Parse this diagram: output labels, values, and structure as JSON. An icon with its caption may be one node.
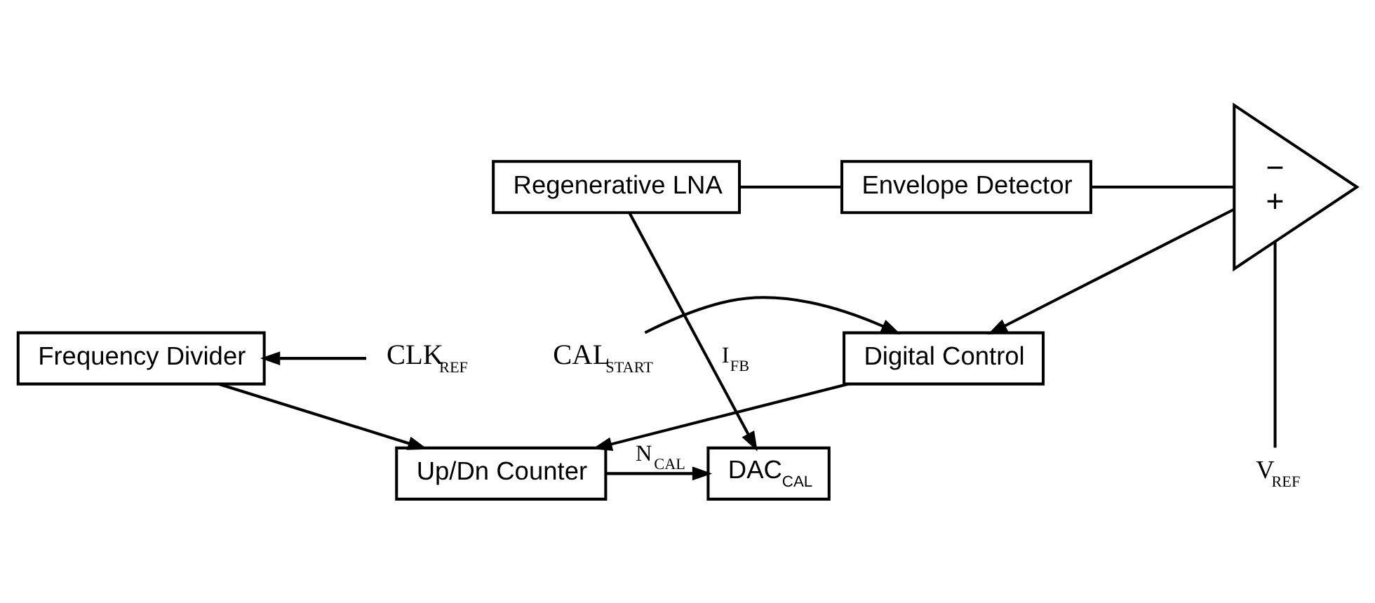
{
  "diagram": {
    "nodes": [
      {
        "text": [
          "Regenerative LNA"
        ]
      },
      {
        "text": [
          "Envelope Detector"
        ]
      },
      {
        "text": [
          "−",
          "+"
        ]
      },
      {
        "text": [
          "DAC$_{CAL}$"
        ]
      },
      {
        "text": [
          "Up/Dn Counter"
        ]
      },
      {
        "text": [
          "Frequency Divider"
        ]
      },
      {
        "text": [
          "Digital Control"
        ]
      },
      {
        "text": [
          "V$_{REF}$"
        ]
      },
      {
        "text": [
          "CLK$_{REF}$"
        ]
      },
      {
        "text": [
          "CAL$_{START}$"
        ]
      }
    ],
    "edges": [
      {
        "from": 0,
        "to": 1,
        "arrow": "none"
      },
      {
        "from": 1,
        "to": 2,
        "arrow": "none"
      },
      {
        "from": 0,
        "to": 3,
        "arrow": "to",
        "label": "I$_{FB}$"
      },
      {
        "from": 4,
        "to": 3,
        "arrow": "to",
        "label": "N$_{CAL}$"
      },
      {
        "from": 7,
        "to": 2,
        "arrow": "none"
      },
      {
        "from": 2,
        "to": 6,
        "arrow": "to"
      },
      {
        "from": 5,
        "to": 4,
        "arrow": "to"
      },
      {
        "from": 6,
        "to": 4,
        "arrow": "to"
      },
      {
        "from": 8,
        "to": 5,
        "arrow": "to"
      },
      {
        "from": 9,
        "to": 6,
        "arrow": "to"
      }
    ]
  }
}
